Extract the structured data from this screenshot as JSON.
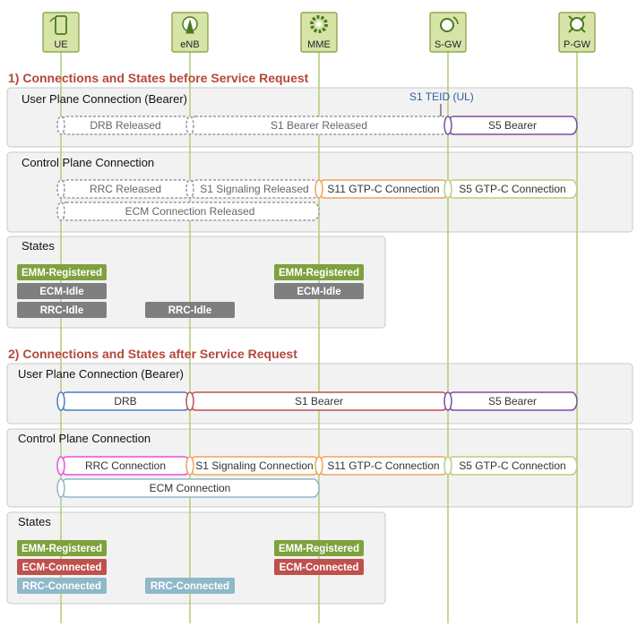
{
  "nodes": [
    {
      "id": "ue",
      "label": "UE",
      "icon": "ue-device-icon"
    },
    {
      "id": "enb",
      "label": "eNB",
      "icon": "antenna-icon"
    },
    {
      "id": "mme",
      "label": "MME",
      "icon": "gear-icon"
    },
    {
      "id": "sgw",
      "label": "S-GW",
      "icon": "gateway-icon"
    },
    {
      "id": "pgw",
      "label": "P-GW",
      "icon": "router-icon"
    }
  ],
  "sections": {
    "before": {
      "title": "1) Connections and States before Service Request",
      "user_plane": {
        "title": "User Plane Connection (Bearer)",
        "teid_label": "S1 TEID (UL)",
        "pipes": [
          {
            "label": "DRB Released",
            "from": "ue",
            "to": "enb",
            "state": "released"
          },
          {
            "label": "S1 Bearer Released",
            "from": "enb",
            "to": "sgw",
            "state": "released"
          },
          {
            "label": "S5 Bearer",
            "from": "sgw",
            "to": "pgw",
            "state": "active",
            "color": "#7a4f9c"
          }
        ]
      },
      "control_plane": {
        "title": "Control Plane Connection",
        "pipes": [
          {
            "label": "RRC  Released",
            "from": "ue",
            "to": "enb",
            "state": "released",
            "row": 0
          },
          {
            "label": "S1 Signaling Released",
            "from": "enb",
            "to": "mme",
            "state": "released",
            "row": 0
          },
          {
            "label": "S11 GTP-C Connection",
            "from": "mme",
            "to": "sgw",
            "state": "active",
            "color": "#f0a35a",
            "row": 0
          },
          {
            "label": "S5 GTP-C Connection",
            "from": "sgw",
            "to": "pgw",
            "state": "active",
            "color": "#b6cf7f",
            "row": 0
          },
          {
            "label": "ECM Connection Released",
            "from": "ue",
            "to": "mme",
            "state": "released",
            "row": 1
          }
        ]
      },
      "states": {
        "title": "States",
        "badges": [
          {
            "label": "EMM-Registered",
            "node": "ue",
            "row": 0,
            "color": "#7ea23e"
          },
          {
            "label": "ECM-Idle",
            "node": "ue",
            "row": 1,
            "color": "#7f7f7f"
          },
          {
            "label": "RRC-Idle",
            "node": "ue",
            "row": 2,
            "color": "#7f7f7f"
          },
          {
            "label": "RRC-Idle",
            "node": "enb",
            "row": 2,
            "color": "#7f7f7f"
          },
          {
            "label": "EMM-Registered",
            "node": "mme",
            "row": 0,
            "color": "#7ea23e"
          },
          {
            "label": "ECM-Idle",
            "node": "mme",
            "row": 1,
            "color": "#7f7f7f"
          }
        ]
      }
    },
    "after": {
      "title": "2) Connections and States after Service Request",
      "user_plane": {
        "title": "User Plane Connection (Bearer)",
        "pipes": [
          {
            "label": "DRB",
            "from": "ue",
            "to": "enb",
            "state": "active",
            "color": "#4a7fc1"
          },
          {
            "label": "S1 Bearer",
            "from": "enb",
            "to": "sgw",
            "state": "active",
            "color": "#c0504d"
          },
          {
            "label": "S5 Bearer",
            "from": "sgw",
            "to": "pgw",
            "state": "active",
            "color": "#7a4f9c"
          }
        ]
      },
      "control_plane": {
        "title": "Control Plane Connection",
        "pipes": [
          {
            "label": "RRC Connection",
            "from": "ue",
            "to": "enb",
            "state": "active",
            "color": "#e84fe0",
            "row": 0
          },
          {
            "label": "S1 Signaling Connection",
            "from": "enb",
            "to": "mme",
            "state": "active",
            "color": "#f0a35a",
            "row": 0
          },
          {
            "label": "S11 GTP-C Connection",
            "from": "mme",
            "to": "sgw",
            "state": "active",
            "color": "#f0a35a",
            "row": 0
          },
          {
            "label": "S5 GTP-C Connection",
            "from": "sgw",
            "to": "pgw",
            "state": "active",
            "color": "#b6cf7f",
            "row": 0
          },
          {
            "label": "ECM Connection",
            "from": "ue",
            "to": "mme",
            "state": "active",
            "color": "#8fb8c9",
            "row": 1
          }
        ]
      },
      "states": {
        "title": "States",
        "badges": [
          {
            "label": "EMM-Registered",
            "node": "ue",
            "row": 0,
            "color": "#7ea23e"
          },
          {
            "label": "ECM-Connected",
            "node": "ue",
            "row": 1,
            "color": "#c0504d"
          },
          {
            "label": "RRC-Connected",
            "node": "ue",
            "row": 2,
            "color": "#8fb8c9"
          },
          {
            "label": "RRC-Connected",
            "node": "enb",
            "row": 2,
            "color": "#8fb8c9"
          },
          {
            "label": "EMM-Registered",
            "node": "mme",
            "row": 0,
            "color": "#7ea23e"
          },
          {
            "label": "ECM-Connected",
            "node": "mme",
            "row": 1,
            "color": "#c0504d"
          }
        ]
      }
    }
  }
}
